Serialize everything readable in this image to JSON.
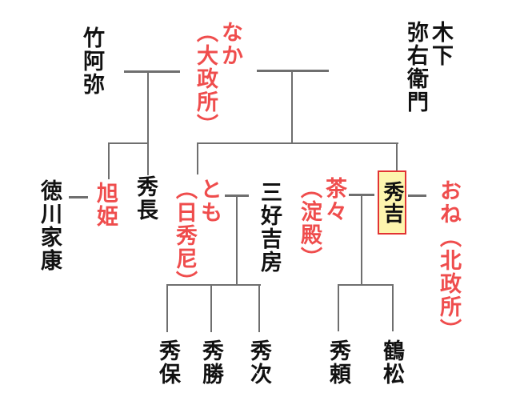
{
  "colors": {
    "line": "#6f6f6f",
    "text_black": "#111111",
    "text_red": "#ef4d4d",
    "highlight_fill": "#fdf5ae",
    "highlight_border": "#e23333"
  },
  "people": {
    "takeami": {
      "label": "竹阿弥",
      "color": "black"
    },
    "naka": {
      "label": "なか\n（大政所）",
      "color": "red"
    },
    "kinoshita_yaemon": {
      "label": "木下\n弥右衛門",
      "color": "black"
    },
    "tokugawa_ieyasu": {
      "label": "徳川家康",
      "color": "black"
    },
    "asahihime": {
      "label": "旭姫",
      "color": "red"
    },
    "hidenaga": {
      "label": "秀長",
      "color": "black"
    },
    "tomo": {
      "label": "とも\n（日秀尼）",
      "color": "red"
    },
    "miyoshi_yoshifusa": {
      "label": "三好吉房",
      "color": "black"
    },
    "chacha": {
      "label": "茶々\n（淀殿）",
      "color": "red"
    },
    "hideyoshi": {
      "label": "秀吉",
      "color": "black",
      "highlighted": true
    },
    "one": {
      "label": "おね（北政所）",
      "color": "red"
    },
    "hideyasu": {
      "label": "秀保",
      "color": "black"
    },
    "hidekatsu": {
      "label": "秀勝",
      "color": "black"
    },
    "hidetsugu": {
      "label": "秀次",
      "color": "black"
    },
    "hideyori": {
      "label": "秀頼",
      "color": "black"
    },
    "tsurumatsu": {
      "label": "鶴松",
      "color": "black"
    }
  },
  "relations": {
    "marriages": [
      [
        "竹阿弥",
        "なか（大政所）"
      ],
      [
        "なか（大政所）",
        "木下弥右衛門"
      ],
      [
        "徳川家康",
        "旭姫"
      ],
      [
        "とも（日秀尼）",
        "三好吉房"
      ],
      [
        "茶々（淀殿）",
        "秀吉"
      ],
      [
        "秀吉",
        "おね（北政所）"
      ]
    ],
    "children": [
      {
        "parents": "竹阿弥・なか",
        "children": [
          "旭姫",
          "秀長"
        ]
      },
      {
        "parents": "なか・木下弥右衛門",
        "children": [
          "とも",
          "秀吉"
        ]
      },
      {
        "parents": "とも・三好吉房",
        "children": [
          "秀保",
          "秀勝",
          "秀次"
        ]
      },
      {
        "parents": "茶々・秀吉",
        "children": [
          "秀頼",
          "鶴松"
        ]
      }
    ]
  }
}
